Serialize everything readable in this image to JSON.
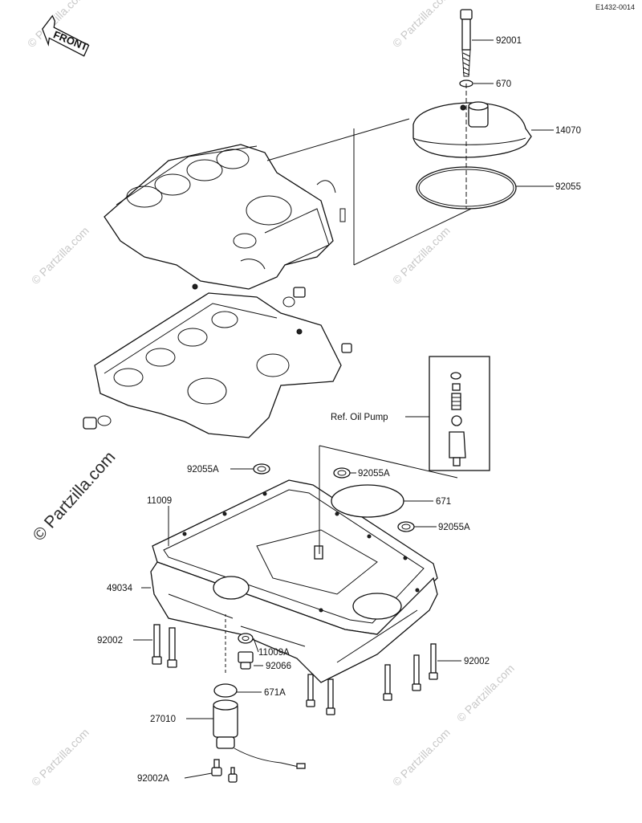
{
  "diagram_code": "E1432-0014",
  "front_label": "FRONT",
  "ref_label": "Ref.  Oil Pump",
  "watermark_small": "© Partzilla.com",
  "watermark_large": "© Partzilla.com",
  "parts": {
    "p92001": "92001",
    "p670": "670",
    "p14070": "14070",
    "p92055": "92055",
    "p92055A_left": "92055A",
    "p92055A_mid": "92055A",
    "p92055A_right": "92055A",
    "p671": "671",
    "p11009": "11009",
    "p49034": "49034",
    "p92002_left": "92002",
    "p92002_right": "92002",
    "p11009A": "11009A",
    "p92066": "92066",
    "p671A": "671A",
    "p27010": "27010",
    "p92002A": "92002A"
  }
}
